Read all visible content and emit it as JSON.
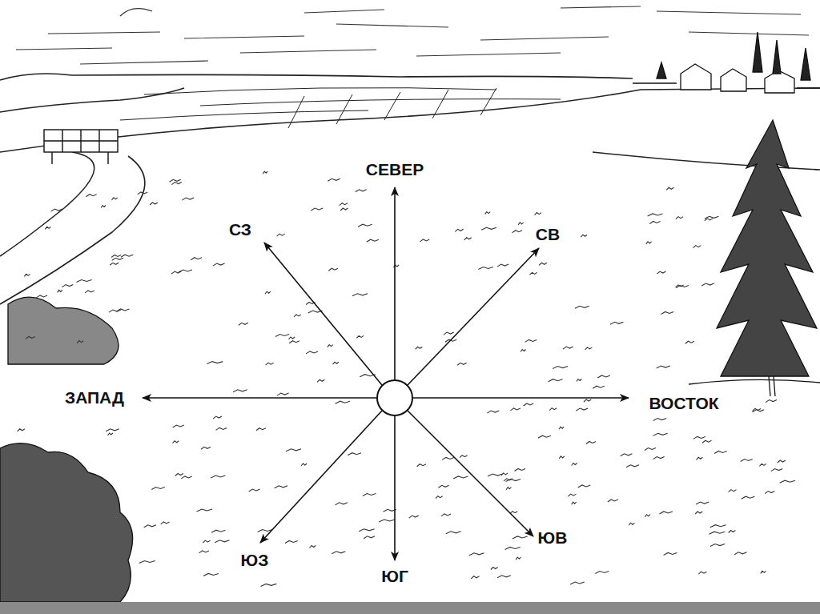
{
  "diagram": {
    "labels": [
      "СЕВЕР",
      "СЗ",
      "СВ",
      "ЗАПАД",
      "ВОСТОК",
      "ЮЗ",
      "ЮВ",
      "ЮГ"
    ]
  }
}
